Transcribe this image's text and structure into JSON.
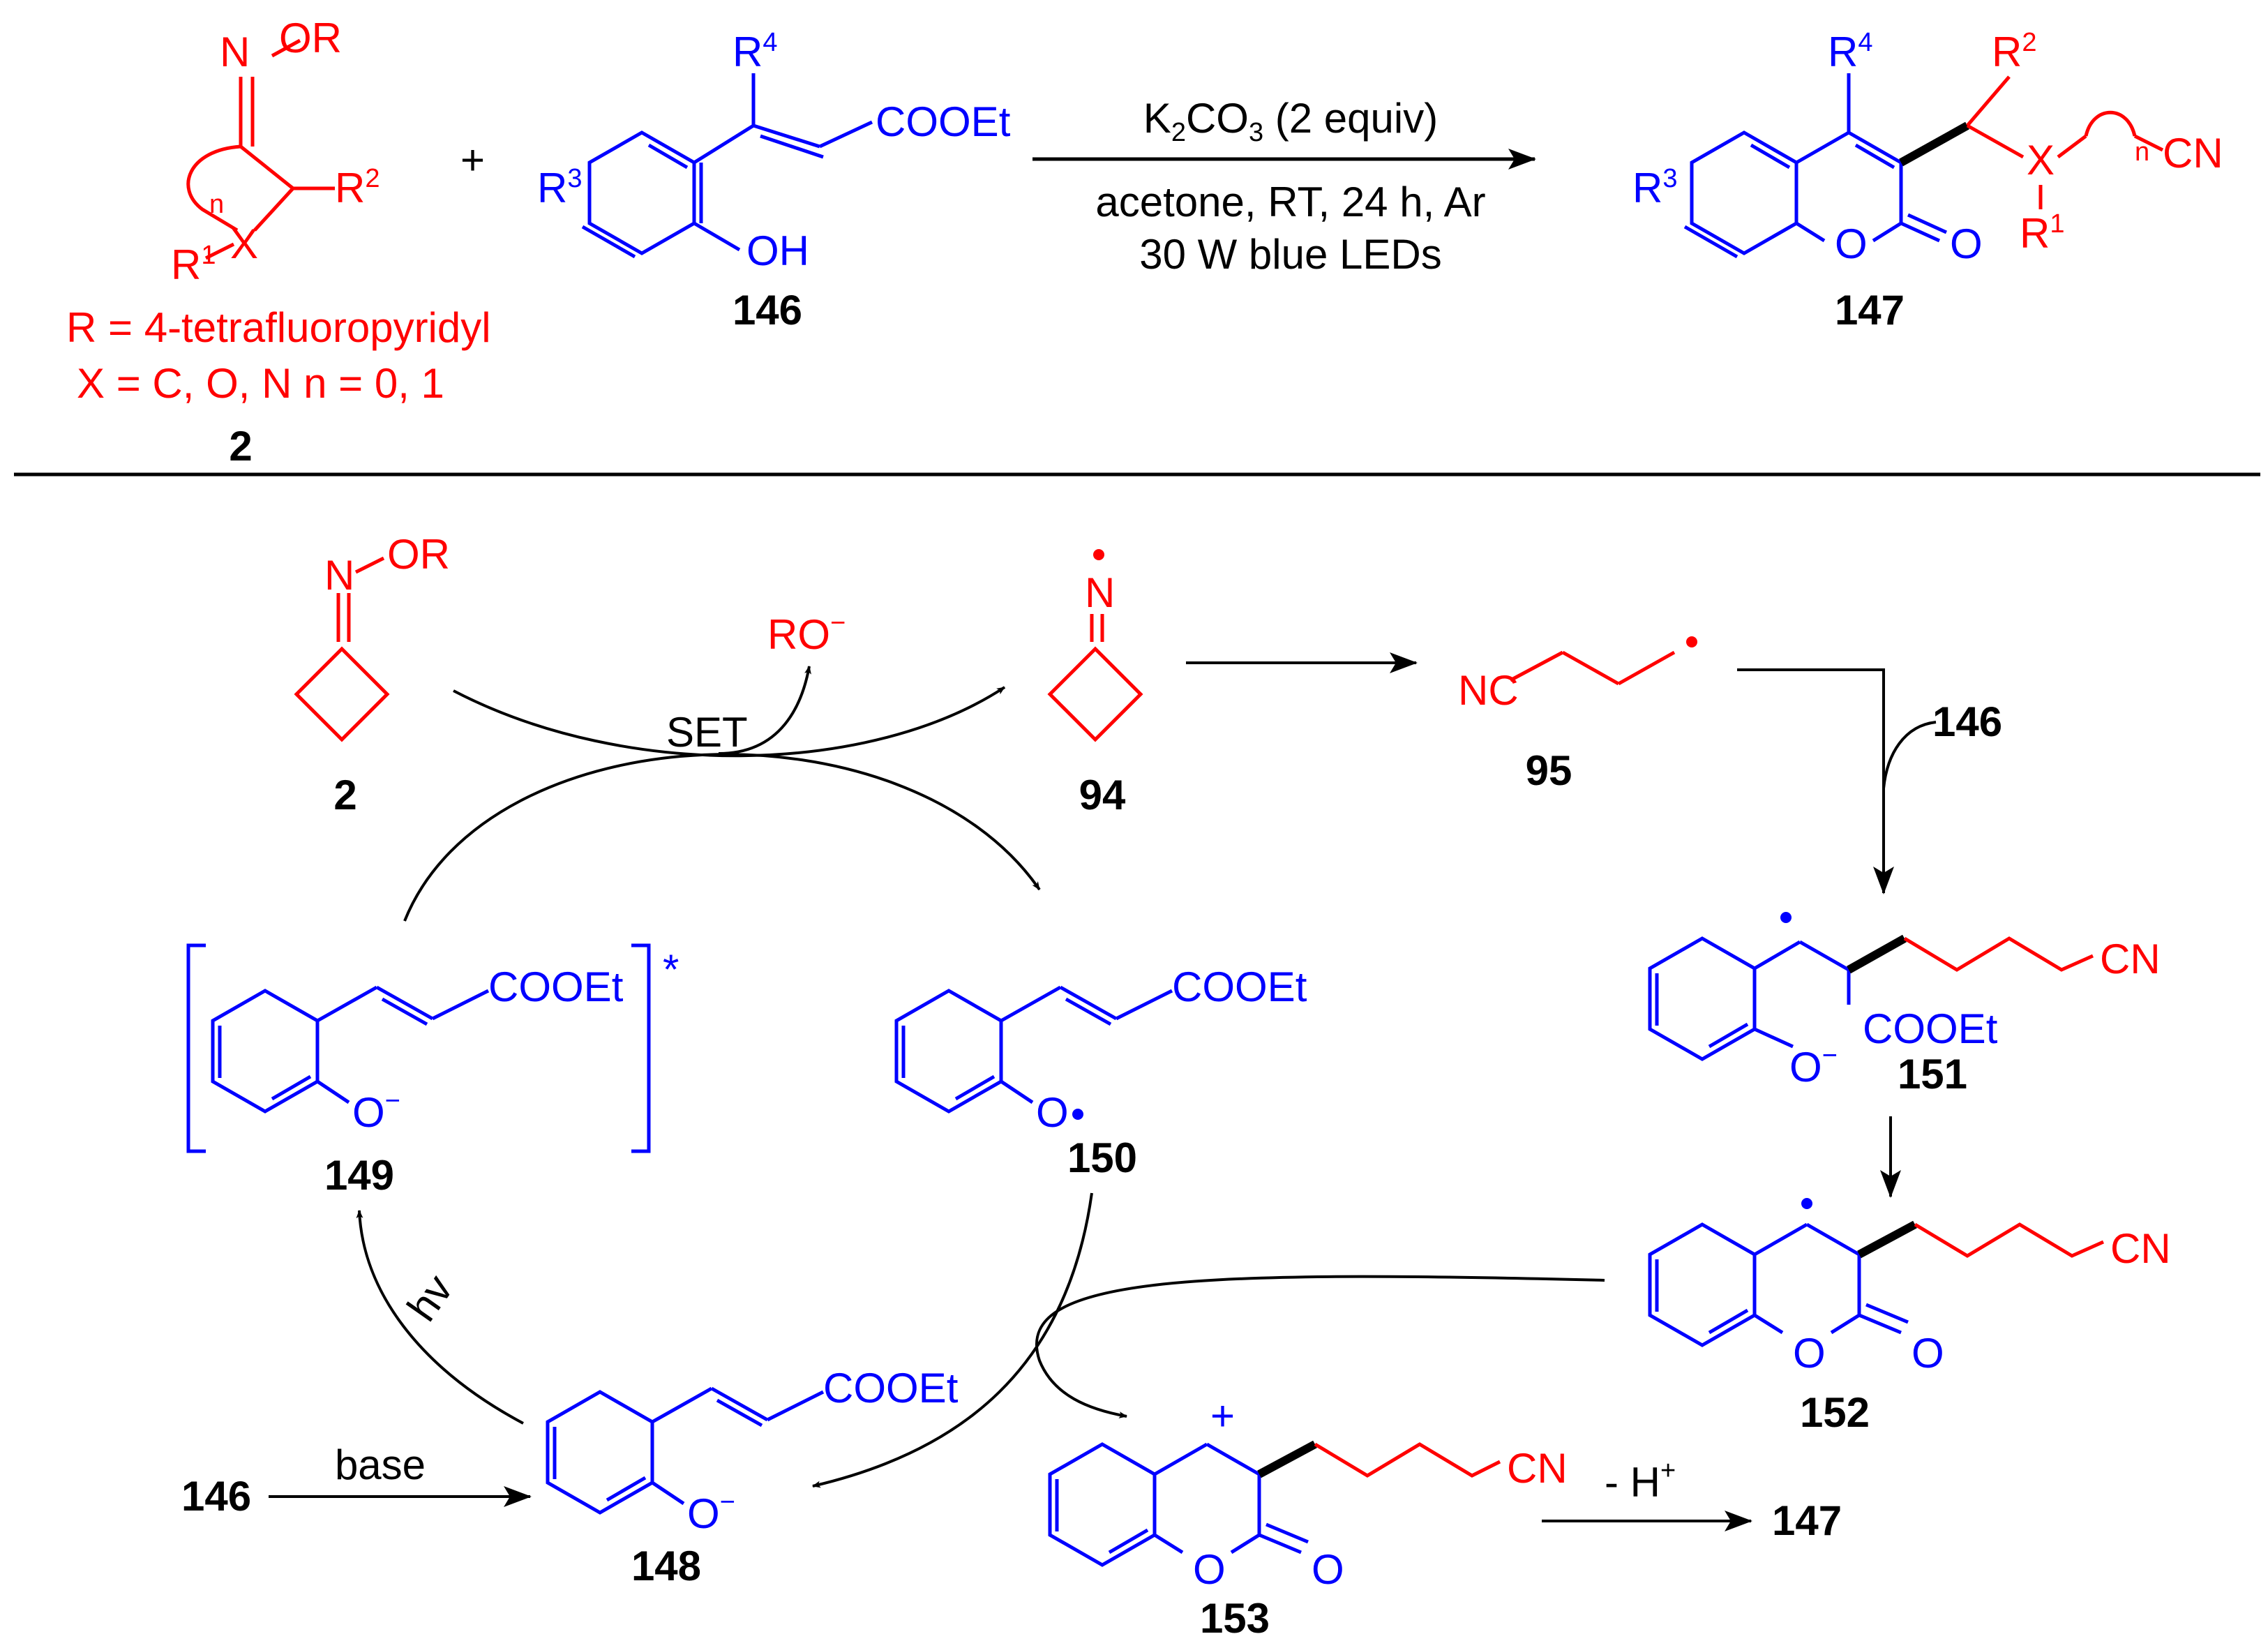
{
  "colors": {
    "red": "#FF0000",
    "blue": "#0000FF",
    "black": "#000000"
  },
  "top": {
    "reactant_oxime": {
      "OR": "N–OR",
      "R2": "R2",
      "R1": "R1",
      "X": "X",
      "n": "n"
    },
    "plus": "+",
    "substrate_146": {
      "R4": "R4",
      "R3": "R3",
      "ester": "COOEt",
      "OH": "OH"
    },
    "conditions": {
      "line1": "K2CO3 (2 equiv)",
      "line2": "acetone, RT, 24 h, Ar",
      "line3": "30 W blue LEDs"
    },
    "product_147": {
      "R4": "R4",
      "R3": "R3",
      "R2": "R2",
      "R1": "R1",
      "X": "X",
      "n": "n",
      "CN": "CN",
      "O_ring": "O",
      "O_carbonyl": "O"
    },
    "notes": {
      "line1": "R = 4-tetrafluoropyridyl",
      "line2": "X = C, O, N   n = 0, 1"
    },
    "labels": {
      "c2": "2",
      "c146": "146",
      "c147": "147"
    }
  },
  "mechanism": {
    "oxime_2": {
      "OR": "OR",
      "N": "N",
      "num": "2"
    },
    "ro_minus": "RO",
    "set": "SET",
    "iminyl_94": {
      "N": "N",
      "num": "94"
    },
    "alkyl_95": {
      "NC": "NC",
      "num": "95"
    },
    "reagent_146": "146",
    "c151": {
      "CN": "CN",
      "ester": "COOEt",
      "O": "O",
      "num": "151"
    },
    "c152": {
      "CN": "CN",
      "O_ring": "O",
      "O_carbonyl": "O",
      "num": "152"
    },
    "c149": {
      "ester": "COOEt",
      "O": "O",
      "star": "*",
      "num": "149"
    },
    "c150": {
      "ester": "COOEt",
      "O": "O",
      "num": "150"
    },
    "c148": {
      "ester": "COOEt",
      "O": "O",
      "num": "148"
    },
    "c153": {
      "CN": "CN",
      "O_ring": "O",
      "O_carbonyl": "O",
      "plus": "+",
      "num": "153"
    },
    "hv": "hv",
    "base": "base",
    "start_146": "146",
    "minus_h": "- H",
    "end_147": "147"
  }
}
